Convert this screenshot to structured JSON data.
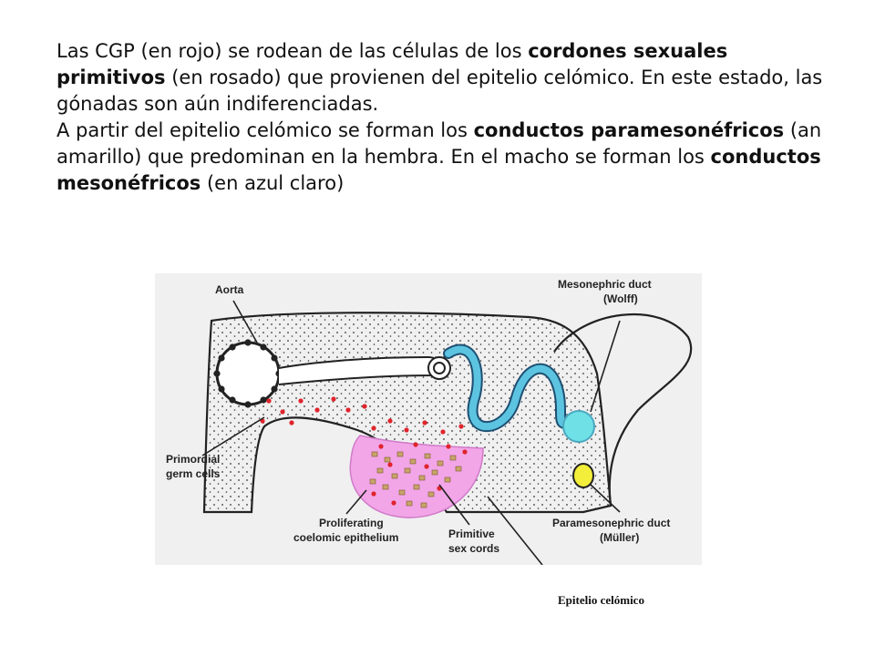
{
  "paragraph1": {
    "t1": "Las CGP (en rojo) se rodean de las células de los ",
    "b1": "cordones sexuales primitivos",
    "t2": " (en rosado) que provienen del epitelio celómico. En este estado, las gónadas son aún indiferenciadas."
  },
  "paragraph2": {
    "t1": "A partir del epitelio celómico se forman los ",
    "b1": "conductos paramesonéfricos",
    "t2": " (an amarillo) que predominan en la hembra. En el macho se forman los ",
    "b2": "conductos mesonéfricos",
    "t3": " (en azul claro)"
  },
  "figure": {
    "labels": {
      "aorta": "Aorta",
      "mesonephric_1": "Mesonephric duct",
      "mesonephric_2": "(Wolff)",
      "primordial_1": "Primordial",
      "primordial_2": "germ cells",
      "proliferating_1": "Proliferating",
      "proliferating_2": "coelomic epithelium",
      "primitive_1": "Primitive",
      "primitive_2": "sex cords",
      "paramesonephric_1": "Paramesonephric duct",
      "paramesonephric_2": "(Müller)"
    },
    "colors": {
      "germ_cells": "#e0242c",
      "sex_cords": "#f2a6e8",
      "mesonephric_duct": "#5cc4e0",
      "mesonephric_lumen": "#6fe0e6",
      "paramesonephric_duct": "#f2ee3a",
      "cord_cells": "#c8a46a"
    }
  },
  "caption": "Epitelio celómico"
}
